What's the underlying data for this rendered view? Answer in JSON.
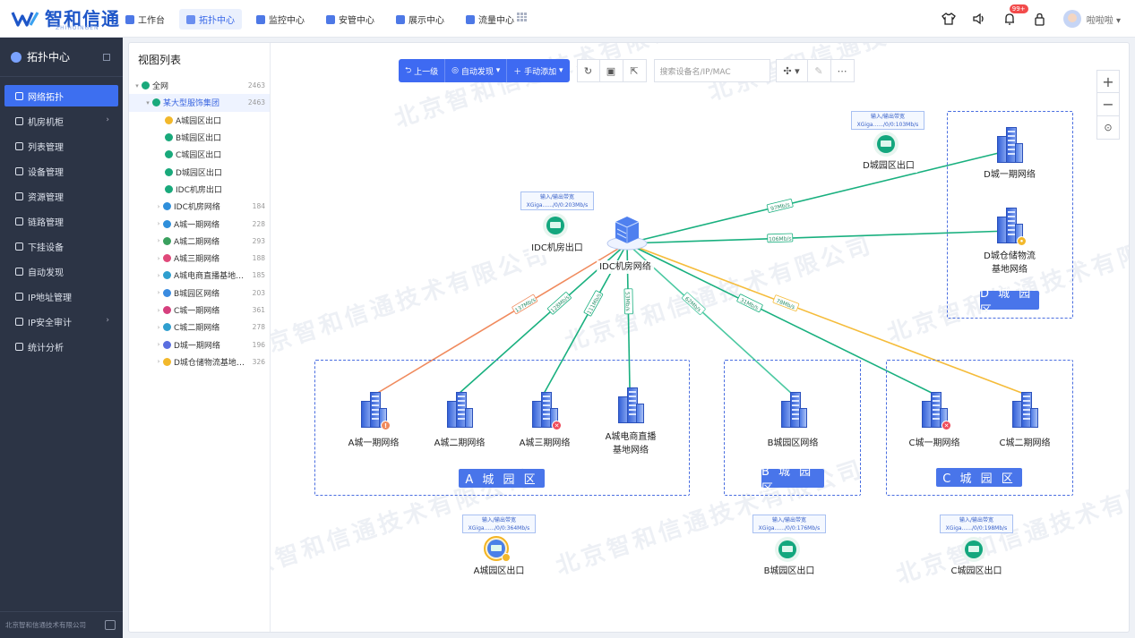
{
  "brand": {
    "name": "智和信通",
    "sub": "ZHIHUINGEN"
  },
  "nav": [
    {
      "label": "工作台"
    },
    {
      "label": "拓扑中心"
    },
    {
      "label": "监控中心"
    },
    {
      "label": "安管中心"
    },
    {
      "label": "展示中心"
    },
    {
      "label": "流量中心"
    }
  ],
  "user": {
    "name": "啦啦啦",
    "badge": "99+"
  },
  "sidebar": {
    "title": "拓扑中心",
    "items": [
      {
        "label": "网络拓扑"
      },
      {
        "label": "机房机柜"
      },
      {
        "label": "列表管理"
      },
      {
        "label": "设备管理"
      },
      {
        "label": "资源管理"
      },
      {
        "label": "链路管理"
      },
      {
        "label": "下挂设备"
      },
      {
        "label": "自动发现"
      },
      {
        "label": "IP地址管理"
      },
      {
        "label": "IP安全审计"
      },
      {
        "label": "统计分析"
      }
    ],
    "footer": "北京智和信通技术有限公司"
  },
  "tree": {
    "title": "视图列表",
    "items": [
      {
        "label": "全网",
        "count": "2463"
      },
      {
        "label": "某大型服饰集团",
        "count": "2463"
      },
      {
        "label": "A城园区出口",
        "count": ""
      },
      {
        "label": "B城园区出口",
        "count": ""
      },
      {
        "label": "C城园区出口",
        "count": ""
      },
      {
        "label": "D城园区出口",
        "count": ""
      },
      {
        "label": "IDC机房出口",
        "count": ""
      },
      {
        "label": "IDC机房网络",
        "count": "184"
      },
      {
        "label": "A城一期网络",
        "count": "228"
      },
      {
        "label": "A城二期网络",
        "count": "293"
      },
      {
        "label": "A城三期网络",
        "count": "188"
      },
      {
        "label": "A城电商直播基地网络",
        "count": "185"
      },
      {
        "label": "B城园区网络",
        "count": "203"
      },
      {
        "label": "C城一期网络",
        "count": "361"
      },
      {
        "label": "C城二期网络",
        "count": "278"
      },
      {
        "label": "D城一期网络",
        "count": "196"
      },
      {
        "label": "D城仓储物流基地网络",
        "count": "326"
      }
    ]
  },
  "toolbar": {
    "up": "上一级",
    "auto": "自动发现",
    "manual": "手动添加",
    "search_placeholder": "搜索设备名/IP/MAC"
  },
  "watermark": "北京智和信通技术有限公司",
  "bw_title": "输入/输出带宽",
  "zones": {
    "a": "A 城 园 区",
    "b": "B 城 园 区",
    "c": "C 城 园 区",
    "d": "D 城 园 区"
  },
  "nodes": {
    "idc_net": "IDC机房网络",
    "idc_exit": "IDC机房出口",
    "d_exit": "D城园区出口",
    "d1": "D城一期网络",
    "d2": "D城仓储物流基地网络",
    "a1": "A城一期网络",
    "a2": "A城二期网络",
    "a3": "A城三期网络",
    "a4": "A城电商直播基地网络",
    "b1": "B城园区网络",
    "c1": "C城一期网络",
    "c2": "C城二期网络",
    "a_exit": "A城园区出口",
    "b_exit": "B城园区出口",
    "c_exit": "C城园区出口"
  },
  "bw": {
    "idc_exit": "XGiga....../0/0:203Mb/s",
    "d_exit": "XGiga....../0/0:103Mb/s",
    "a_exit": "XGiga....../0/0:364Mb/s",
    "b_exit": "XGiga....../0/0:176Mb/s",
    "c_exit": "XGiga....../0/0:198Mb/s"
  },
  "links": [
    {
      "to": "d1",
      "rate": "97Mb/s",
      "color": "#19b07f"
    },
    {
      "to": "d2",
      "rate": "106Mb/s",
      "color": "#19b07f"
    },
    {
      "to": "a1",
      "rate": "137Mb/s",
      "color": "#f08a5d"
    },
    {
      "to": "a2",
      "rate": "128Mb/s",
      "color": "#19b07f"
    },
    {
      "to": "a3",
      "rate": "111Mb/s",
      "color": "#19b07f"
    },
    {
      "to": "a4",
      "rate": "53Mb/s",
      "color": "#19b07f"
    },
    {
      "to": "b1",
      "rate": "62Mb/s",
      "color": "#4cc9a2"
    },
    {
      "to": "c1",
      "rate": "31Mb/s",
      "color": "#19b07f"
    },
    {
      "to": "c2",
      "rate": "78Mb/s",
      "color": "#f5bc3a"
    }
  ]
}
